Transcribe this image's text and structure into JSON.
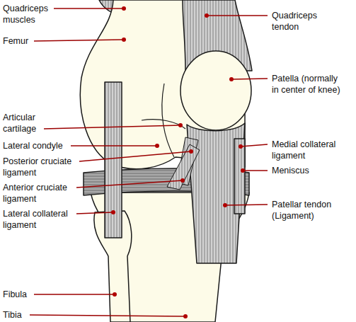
{
  "diagram": {
    "labels": [
      "Quadriceps muscles",
      "Femur",
      "Articular cartilage",
      "Lateral condyle",
      "Posterior cruciate ligament",
      "Anterior cruciate ligament",
      "Lateral collateral ligament",
      "Fibula",
      "Tibia",
      "Quadriceps tendon",
      "Patella (normally in center of knee)",
      "Medial collateral ligament",
      "Meniscus",
      "Patellar tendon (Ligament)"
    ]
  }
}
